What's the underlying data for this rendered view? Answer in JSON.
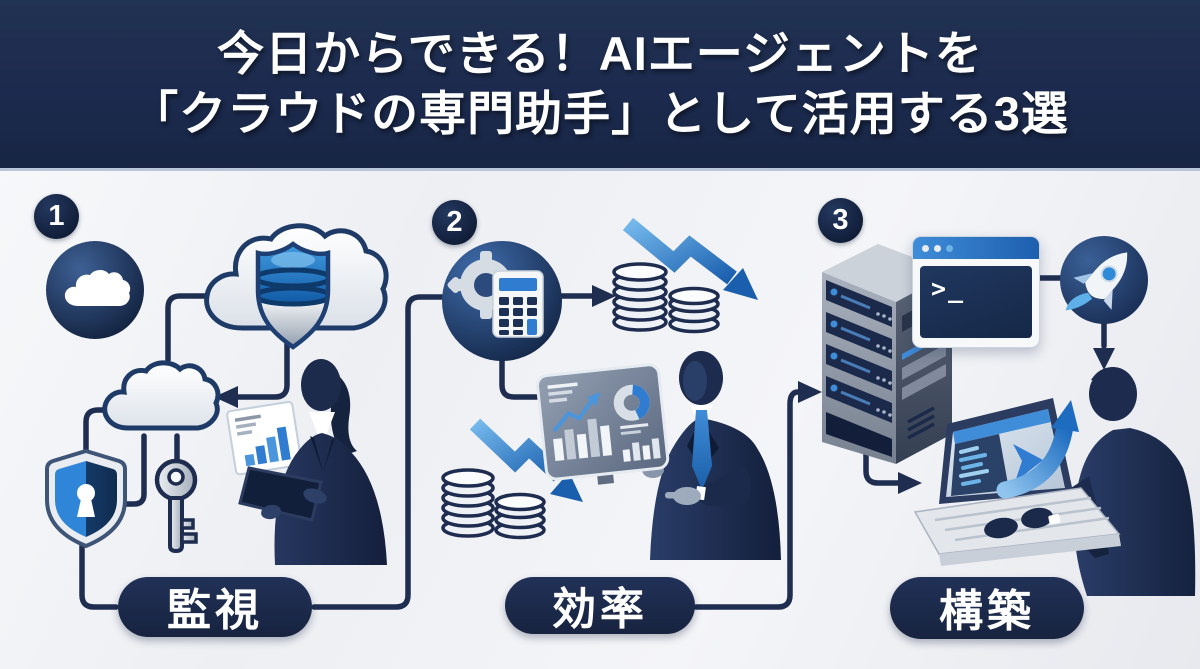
{
  "title": {
    "line1": "今日からできる！AIエージェントを",
    "line2": "「クラウドの専門助手」として活用する3選"
  },
  "steps": [
    {
      "number": "1",
      "label": "監視",
      "icon_names": [
        "cloud-icon",
        "cloud-shield-database-icon",
        "cloud-outline-icon",
        "security-shield-icon",
        "key-icon",
        "businesswoman-tablet-figure",
        "bar-chart-document-icon"
      ]
    },
    {
      "number": "2",
      "label": "効率",
      "icon_names": [
        "gear-calculator-icon",
        "coin-stack-icon",
        "declining-arrow-icon",
        "analytics-dashboard-icon",
        "businessman-pointing-figure"
      ]
    },
    {
      "number": "3",
      "label": "構築",
      "icon_names": [
        "server-rack-icon",
        "terminal-window",
        "rocket-icon",
        "laptop-code-icon",
        "engineer-typing-figure"
      ]
    }
  ],
  "terminal": {
    "prompt": ">_"
  },
  "colors": {
    "banner_navy": "#1b2a4e",
    "line_navy": "#1f2d50",
    "accent_blue": "#2f7cd0",
    "light_blue": "#6cb4e8",
    "silver": "#c9d1da",
    "background": "#f1f2f5"
  }
}
